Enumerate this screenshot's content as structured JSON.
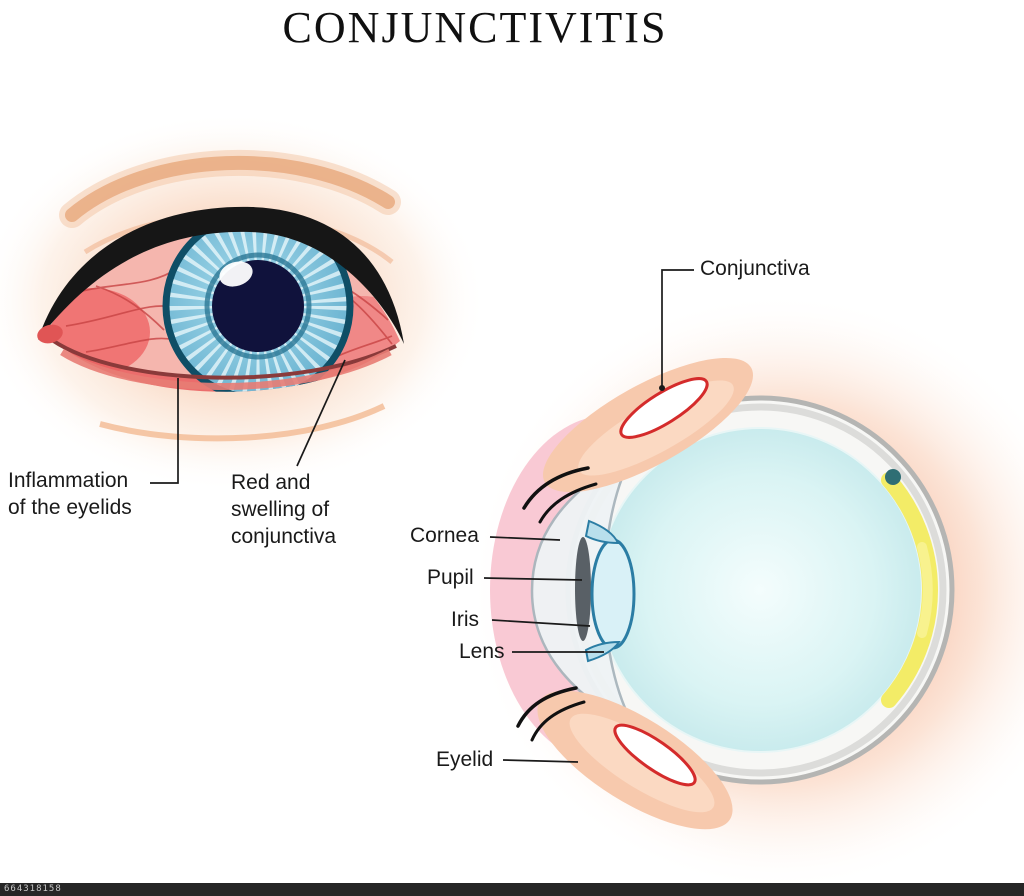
{
  "title": "CONJUNCTIVITIS",
  "front_view": {
    "inflammation_label": "Inflammation\nof the eyelids",
    "swelling_label": "Red and\nswelling of\nconjunctiva"
  },
  "cross_section": {
    "conjunctiva": "Conjunctiva",
    "cornea": "Cornea",
    "pupil": "Pupil",
    "iris": "Iris",
    "lens": "Lens",
    "eyelid": "Eyelid"
  },
  "watermark": {
    "id": "664318158"
  },
  "colors": {
    "inflammation_red": "#e05555",
    "conjunctiva_red": "#d42b2b",
    "iris_blue": "#7ec3dc",
    "pupil_navy": "#10123c",
    "retina_yellow": "#f3ec67",
    "skin_peach": "#f6c6aa",
    "vitreous_cyan": "#daf4f4"
  }
}
